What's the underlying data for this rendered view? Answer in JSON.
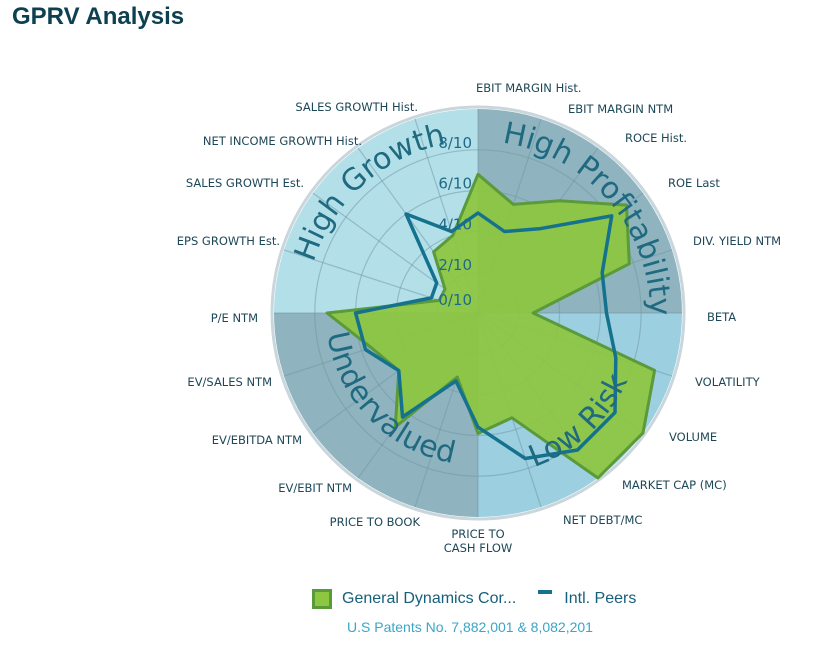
{
  "title": "GPRV Analysis",
  "chart_data": {
    "type": "radar",
    "axes": [
      "EBIT MARGIN Hist.",
      "EBIT MARGIN NTM",
      "ROCE Hist.",
      "ROE  Last",
      "DIV. YIELD NTM",
      "BETA",
      "VOLATILITY",
      "VOLUME",
      "MARKET CAP (MC)",
      "NET DEBT/MC",
      "PRICE TO CASH FLOW",
      "PRICE TO BOOK",
      "EV/EBIT NTM",
      "EV/EBITDA NTM",
      "EV/SALES NTM",
      "P/E NTM",
      "EPS GROWTH Est.",
      "SALES GROWTH Est.",
      "NET INCOME GROWTH Hist.",
      "SALES GROWTH Hist."
    ],
    "tick_labels": [
      "0/10",
      "2/10",
      "4/10",
      "6/10",
      "8/10"
    ],
    "range": [
      0,
      10
    ],
    "quadrants": [
      "High Profitability",
      "Low Risk",
      "Undervalued",
      "High Growth"
    ],
    "series": [
      {
        "name": "General Dynamics Cor...",
        "color": "#8dc63f",
        "values": [
          6.8,
          5.6,
          6.8,
          9.0,
          7.8,
          2.7,
          9.1,
          10.0,
          10.0,
          5.4,
          5.9,
          3.3,
          6.9,
          4.8,
          5.5,
          7.4,
          2.0,
          2.0,
          3.7,
          4.0
        ]
      },
      {
        "name": "Intl. Peers",
        "color": "#15728e",
        "values": [
          4.9,
          4.2,
          5.1,
          8.1,
          6.4,
          6.3,
          7.1,
          8.3,
          8.3,
          7.5,
          5.6,
          3.5,
          6.3,
          4.8,
          5.8,
          6.0,
          2.4,
          2.5,
          6.0,
          4.2
        ]
      }
    ],
    "legend": "bottom"
  },
  "footer": "U.S Patents No. 7,882,001 & 8,082,201",
  "colors": {
    "light_quadrant": "#b3dfe9",
    "dark_quadrant": "#8fb4bf",
    "risk_quadrant": "#9ccfe0"
  }
}
